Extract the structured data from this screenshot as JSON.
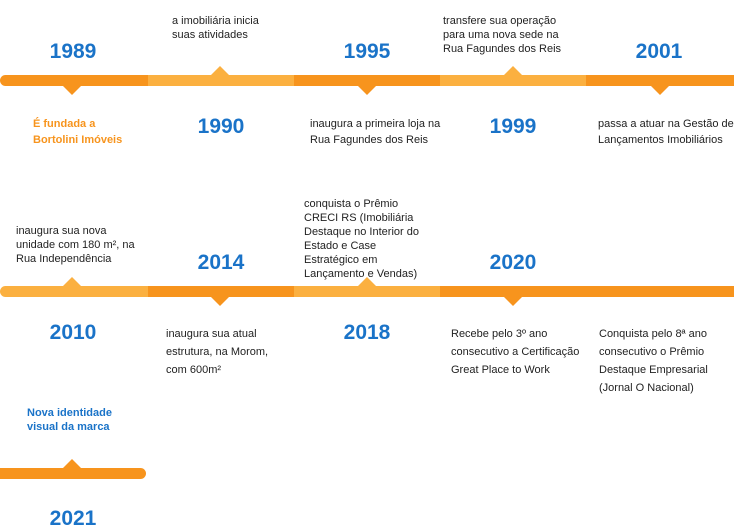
{
  "events": [
    {
      "year": "1989",
      "desc": "É fundada a Bortolini Imóveis"
    },
    {
      "year": "1990",
      "desc": "a imobiliária inicia suas atividades"
    },
    {
      "year": "1995",
      "desc": "inaugura a primeira loja na Rua Fagundes dos Reis"
    },
    {
      "year": "1999",
      "desc": "transfere sua operação para uma nova sede na Rua Fagundes dos Reis"
    },
    {
      "year": "2001",
      "desc": "passa a atuar na Gestão de Lançamentos Imobiliários"
    },
    {
      "year": "2010",
      "desc": "inaugura sua nova unidade com 180 m², na Rua Independência"
    },
    {
      "year": "2014",
      "desc": "inaugura sua atual estrutura, na Morom, com 600m²"
    },
    {
      "year": "2018",
      "desc": "conquista o Prêmio CRECI RS (Imobiliária Destaque no Interior do Estado e Case Estratégico em Lançamento e Vendas)"
    },
    {
      "year": "2020",
      "desc": "Recebe pelo 3º ano consecutivo a Certificação Great Place to Work"
    },
    {
      "year": "",
      "desc": "Conquista pelo 8ª ano consecutivo o Prêmio Destaque Empresarial (Jornal O Nacional)"
    },
    {
      "year": "2021",
      "desc": "Nova identidade visual da marca"
    }
  ],
  "colors": {
    "accent_dark": "#f7941d",
    "accent_light": "#fbb040",
    "year_blue": "#1a73c8"
  }
}
